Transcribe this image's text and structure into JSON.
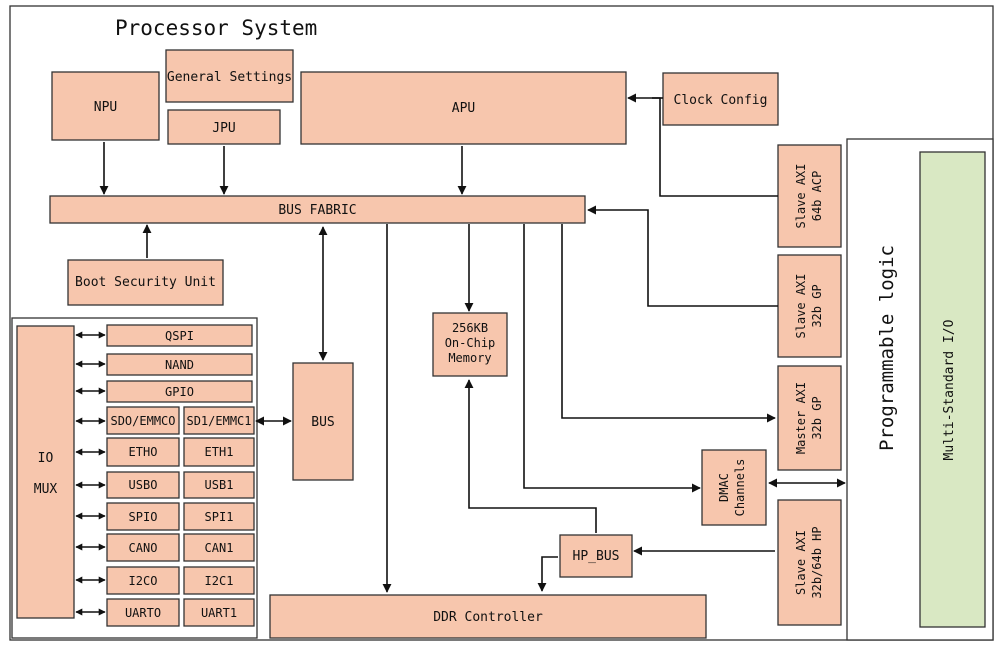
{
  "diagram": {
    "title": "Processor System",
    "programmable_logic_label": "Programmable logic",
    "colors": {
      "block_fill": "#f7c6ad",
      "io_fill": "#d9e8c3",
      "stroke": "#333333"
    },
    "blocks": {
      "npu": "NPU",
      "general_settings": "General Settings",
      "jpu": "JPU",
      "apu": "APU",
      "clock_config": "Clock Config",
      "bus_fabric": "BUS FABRIC",
      "boot_security_unit": "Boot Security Unit",
      "ocm_line1": "256KB",
      "ocm_line2": "On-Chip",
      "ocm_line3": "Memory",
      "bus": "BUS",
      "hp_bus": "HP_BUS",
      "ddr_controller": "DDR Controller",
      "dmac_line1": "DMAC",
      "dmac_line2": "Channels",
      "io_mux_line1": "IO",
      "io_mux_line2": "MUX",
      "multi_standard_io": "Multi-Standard I/O"
    },
    "axi_ports": {
      "acp_line1": "Slave AXI",
      "acp_line2": "64b ACP",
      "gp_slave_line1": "Slave AXI",
      "gp_slave_line2": "32b GP",
      "gp_master_line1": "Master AXI",
      "gp_master_line2": "32b GP",
      "hp_line1": "Slave AXI",
      "hp_line2": "32b/64b HP"
    },
    "peripherals": {
      "qspi": "QSPI",
      "nand": "NAND",
      "gpio": "GPIO",
      "sdio0": "SDO/EMMCO",
      "sdio1": "SD1/EMMC1",
      "eth0": "ETHO",
      "eth1": "ETH1",
      "usb0": "USBO",
      "usb1": "USB1",
      "spi0": "SPIO",
      "spi1": "SPI1",
      "can0": "CANO",
      "can1": "CAN1",
      "i2c0": "I2CO",
      "i2c1": "I2C1",
      "uart0": "UARTO",
      "uart1": "UART1"
    }
  }
}
